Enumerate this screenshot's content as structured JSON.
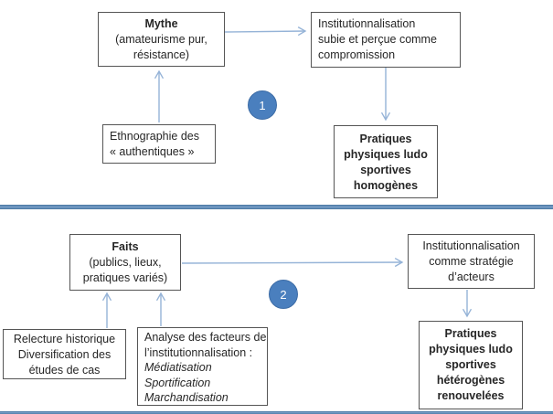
{
  "diagram": {
    "colors": {
      "accent_blue": "#4f81bd",
      "badge_blue": "#4a7fbe",
      "arrow_blue": "#95b3d7",
      "border_gray": "#555555",
      "text_dark": "#262626"
    },
    "badges": {
      "step1": "1",
      "step2": "2"
    },
    "nodes": {
      "mythe": {
        "lines": [
          {
            "text": "Mythe",
            "bold": true
          },
          {
            "text": "(amateurisme pur,"
          },
          {
            "text": "résistance)"
          }
        ]
      },
      "institutionnalisation_subie": {
        "lines": [
          {
            "text": "Institutionnalisation"
          },
          {
            "text": "subie et perçue comme"
          },
          {
            "text": "compromission"
          }
        ]
      },
      "pratiques_homogenes": {
        "lines": [
          {
            "text": "Pratiques",
            "bold": true
          },
          {
            "text": "physiques ludo",
            "bold": true
          },
          {
            "text": "sportives",
            "bold": true
          },
          {
            "text": "homogènes",
            "bold": true
          }
        ]
      },
      "ethnographie": {
        "lines": [
          {
            "text": "Ethnographie des"
          },
          {
            "text": "« authentiques »"
          }
        ]
      },
      "faits": {
        "lines": [
          {
            "text": "Faits",
            "bold": true
          },
          {
            "text": "(publics, lieux,"
          },
          {
            "text": "pratiques variés)"
          }
        ]
      },
      "institutionnalisation_strategie": {
        "lines": [
          {
            "text": "Institutionnalisation"
          },
          {
            "text": "comme stratégie"
          },
          {
            "text": "d’acteurs"
          }
        ]
      },
      "pratiques_heterogenes": {
        "lines": [
          {
            "text": "Pratiques",
            "bold": true
          },
          {
            "text": "physiques ludo",
            "bold": true
          },
          {
            "text": "sportives",
            "bold": true
          },
          {
            "text": "hétérogènes",
            "bold": true
          },
          {
            "text": "renouvelées",
            "bold": true
          }
        ]
      },
      "relecture": {
        "lines": [
          {
            "text": "Relecture historique"
          },
          {
            "text": "Diversification des"
          },
          {
            "text": "études de cas"
          }
        ]
      },
      "analyse": {
        "lines": [
          {
            "text": "Analyse des facteurs de"
          },
          {
            "text": "l’institutionnalisation :"
          },
          {
            "text": "Médiatisation",
            "italic": true
          },
          {
            "text": "Sportification",
            "italic": true
          },
          {
            "text": "Marchandisation",
            "italic": true
          }
        ]
      }
    }
  }
}
